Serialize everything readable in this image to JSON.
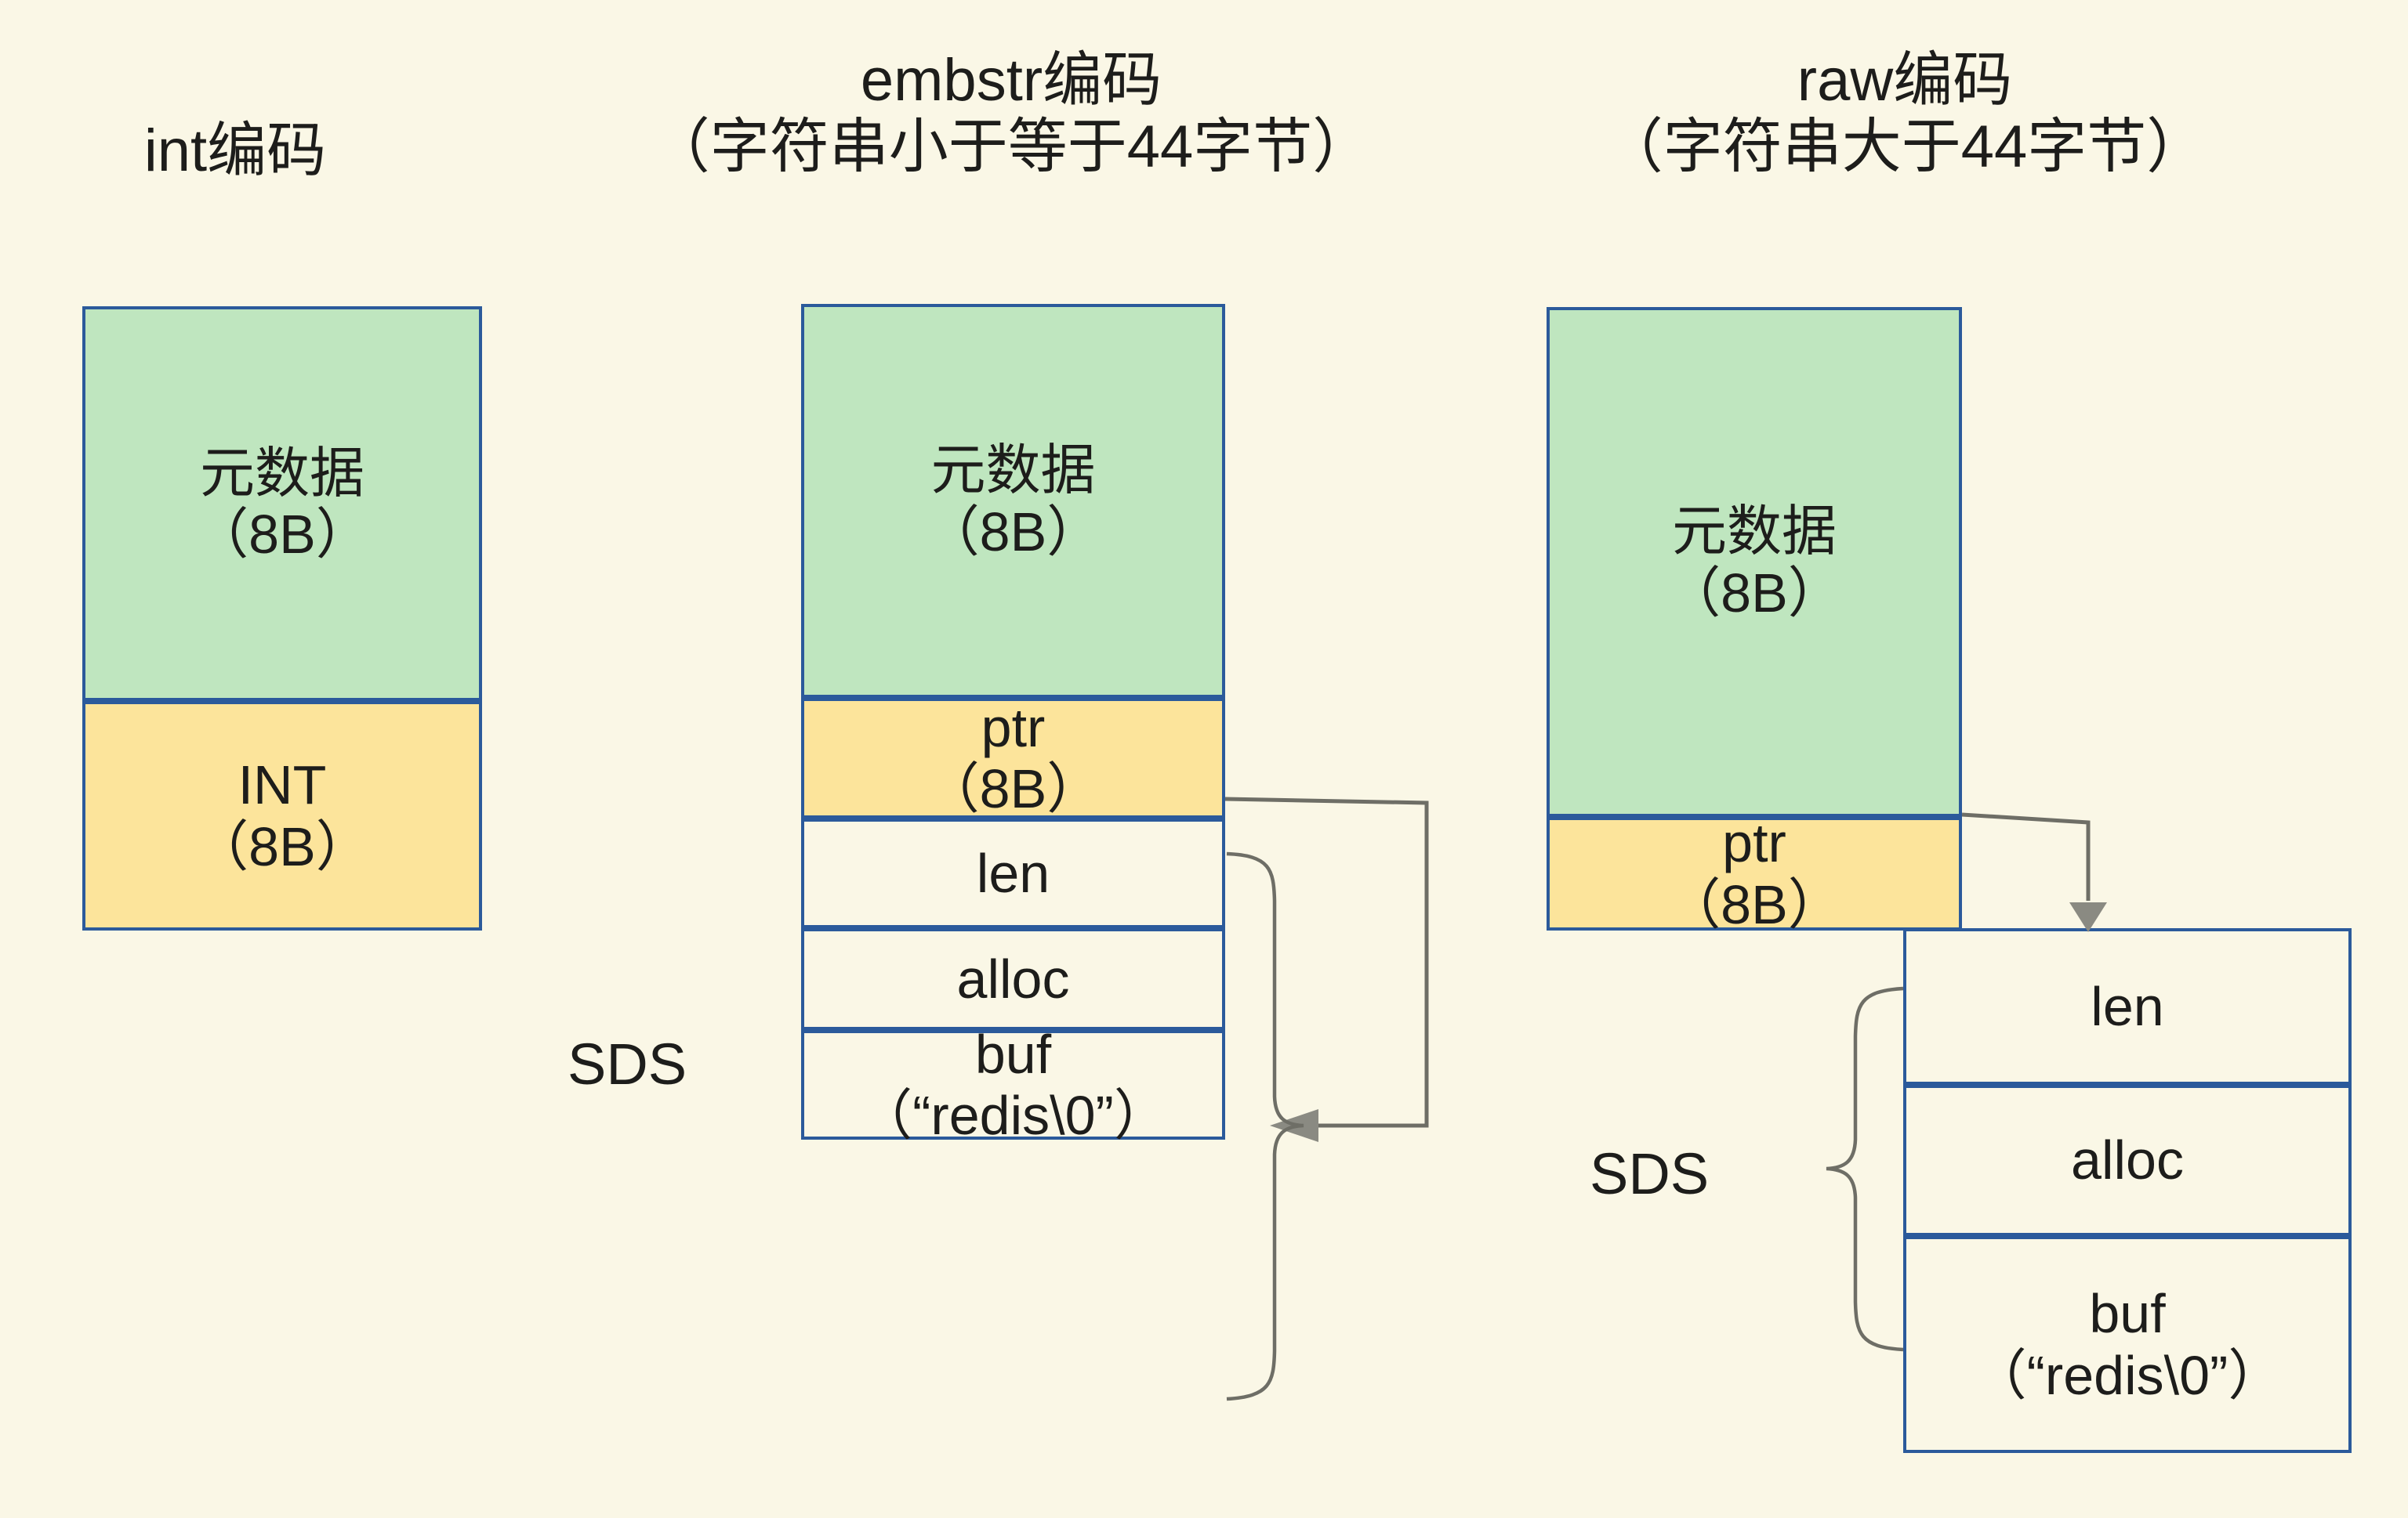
{
  "page": {
    "background_color": "#faf7e6",
    "border_color": "#2b5a9b",
    "metadata_fill": "#bfe6bf",
    "pointer_fill": "#fce49b",
    "connector_color": "#6e6e66"
  },
  "columns": [
    {
      "id": "int",
      "title": "int编码",
      "subtitle": "",
      "cells": [
        {
          "name": "metadata",
          "line1": "元数据",
          "line2": "（8B）",
          "fill": "green"
        },
        {
          "name": "int-value",
          "line1": "INT",
          "line2": "（8B）",
          "fill": "yellow"
        }
      ]
    },
    {
      "id": "embstr",
      "title": "embstr编码",
      "subtitle": "（字符串小于等于44字节）",
      "sds_label": "SDS",
      "cells": [
        {
          "name": "metadata",
          "line1": "元数据",
          "line2": "（8B）",
          "fill": "green"
        },
        {
          "name": "ptr",
          "line1": "ptr",
          "line2": "（8B）",
          "fill": "yellow"
        },
        {
          "name": "len",
          "line1": "len",
          "line2": "",
          "fill": "plain"
        },
        {
          "name": "alloc",
          "line1": "alloc",
          "line2": "",
          "fill": "plain"
        },
        {
          "name": "buf",
          "line1": "buf",
          "line2": "（“redis\\0”）",
          "fill": "plain"
        }
      ]
    },
    {
      "id": "raw",
      "title": "raw编码",
      "subtitle": "（字符串大于44字节）",
      "sds_label": "SDS",
      "cells": [
        {
          "name": "metadata",
          "line1": "元数据",
          "line2": "（8B）",
          "fill": "green"
        },
        {
          "name": "ptr",
          "line1": "ptr",
          "line2": "（8B）",
          "fill": "yellow"
        }
      ],
      "sds_cells": [
        {
          "name": "len",
          "line1": "len",
          "line2": "",
          "fill": "plain"
        },
        {
          "name": "alloc",
          "line1": "alloc",
          "line2": "",
          "fill": "plain"
        },
        {
          "name": "buf",
          "line1": "buf",
          "line2": "（“redis\\0”）",
          "fill": "plain"
        }
      ]
    }
  ]
}
